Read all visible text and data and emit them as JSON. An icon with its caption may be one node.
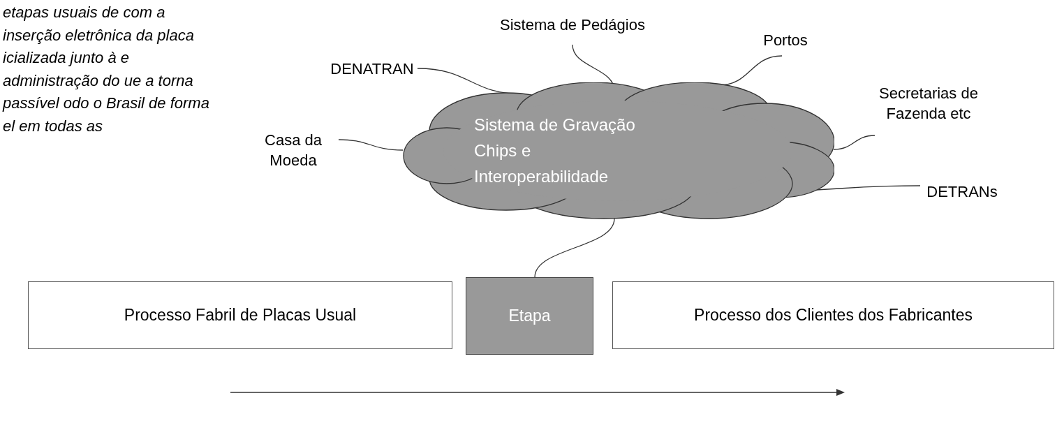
{
  "diagram": {
    "nodes": [
      {
        "text": [
          "Sistema de Gravação Chips e Interoperabilidade"
        ]
      },
      {
        "text": [
          "DENATRAN"
        ]
      },
      {
        "text": [
          "Sistema de Pedágios"
        ]
      },
      {
        "text": [
          "Portos"
        ]
      },
      {
        "text": [
          "Secretarias de Fazenda etc"
        ]
      },
      {
        "text": [
          "Casa da Moeda"
        ]
      },
      {
        "text": [
          "DETRANs"
        ]
      },
      {
        "text": [
          "Processo Fabril de Placas Usual"
        ]
      },
      {
        "text": [
          "Etapa"
        ]
      },
      {
        "text": [
          "Processo dos Clientes dos Fabricantes"
        ]
      }
    ],
    "edges": [
      {
        "from": 1,
        "to": 0,
        "arrow": "none"
      },
      {
        "from": 2,
        "to": 0,
        "arrow": "none"
      },
      {
        "from": 3,
        "to": 0,
        "arrow": "none"
      },
      {
        "from": 4,
        "to": 0,
        "arrow": "none"
      },
      {
        "from": 5,
        "to": 0,
        "arrow": "none"
      },
      {
        "from": 6,
        "to": 0,
        "arrow": "none"
      },
      {
        "from": 0,
        "to": 8,
        "arrow": "none"
      }
    ],
    "labels": [
      "etapas usuais de com a inserção eletrônica da placa icializada junto à e administração do ue a torna passível odo o Brasil de forma el em todas as"
    ]
  }
}
